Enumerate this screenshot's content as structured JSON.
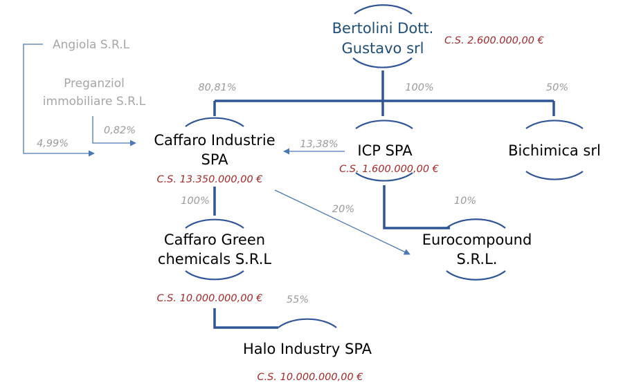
{
  "colors": {
    "structure": "#2f5597",
    "arrow": "#4a78b5",
    "capital": "#a52a2a",
    "percent": "#9a9a9a",
    "minor_entity": "#a6a6a6",
    "parent_entity": "#1f4e79"
  },
  "entities": {
    "bertolini": {
      "line1": "Bertolini Dott.",
      "line2": "Gustavo srl",
      "capital": "C.S. 2.600.000,00 €"
    },
    "angiola": {
      "name": "Angiola S.R.L"
    },
    "preganziol": {
      "line1": "Preganziol",
      "line2": "immobiliare S.R.L"
    },
    "caffaro_industrie": {
      "line1": "Caffaro Industrie",
      "line2": "SPA",
      "capital": "C.S. 13.350.000,00 €"
    },
    "icp": {
      "name": "ICP SPA",
      "capital": "C.S. 1.600.000,00 €"
    },
    "bichimica": {
      "name": "Bichimica srl"
    },
    "caffaro_green": {
      "line1": "Caffaro Green",
      "line2": "chemicals S.R.L",
      "capital": "C.S. 10.000.000,00 €"
    },
    "eurocompound": {
      "line1": "Eurocompound",
      "line2": "S.R.L."
    },
    "halo": {
      "name": "Halo Industry SPA",
      "capital": "C.S. 10.000.000,00 €"
    }
  },
  "shares": {
    "bertolini_caffaro": "80,81%",
    "bertolini_icp": "100%",
    "bertolini_bichimica": "50%",
    "angiola_caffaro": "4,99%",
    "preganziol_caffaro": "0,82%",
    "icp_caffaro": "13,38%",
    "caffaro_green": "100%",
    "caffaro_eurocompound": "20%",
    "icp_eurocompound": "10%",
    "green_halo": "55%"
  }
}
